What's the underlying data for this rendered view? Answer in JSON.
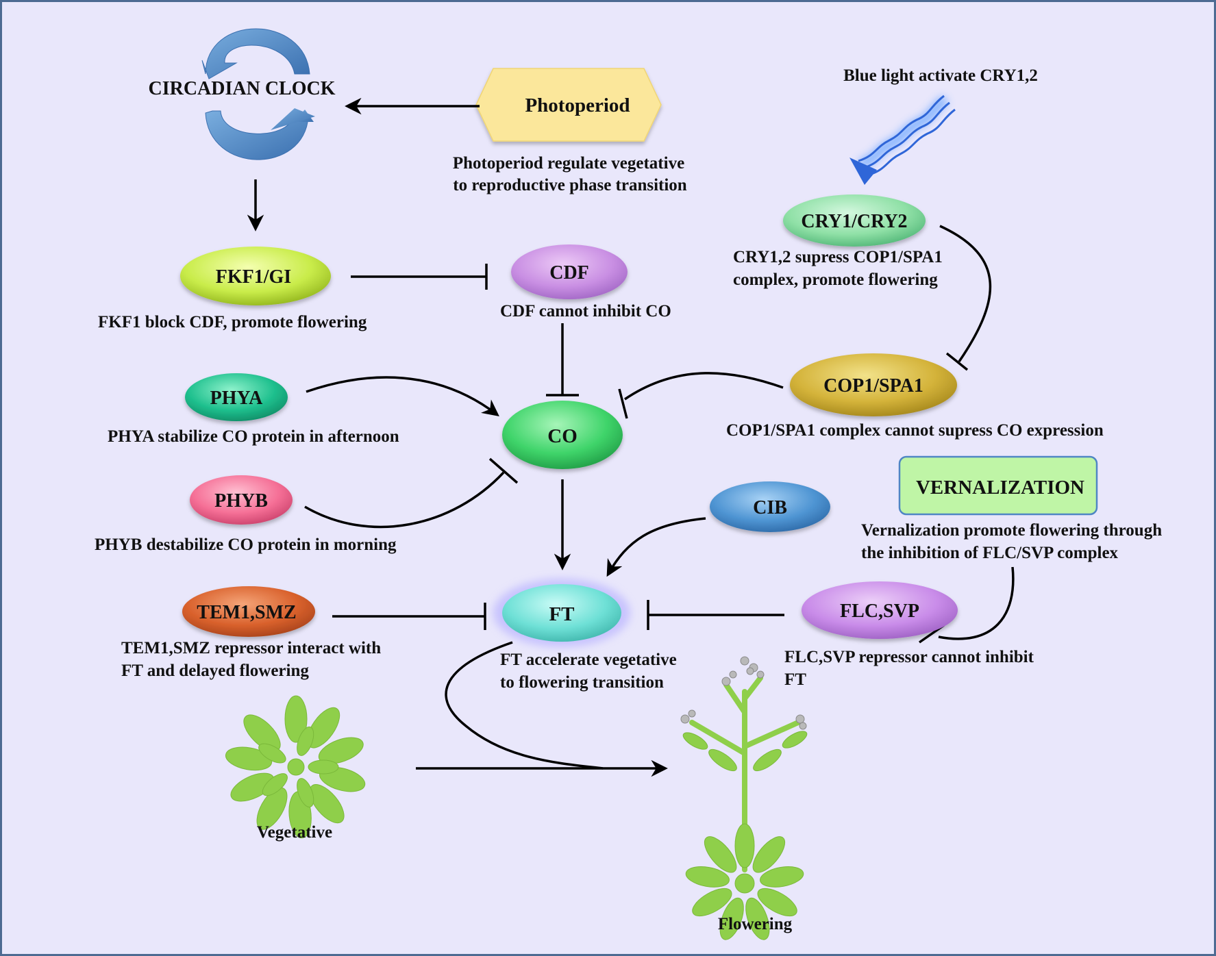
{
  "nodes": {
    "circadian_clock": "CIRCADIAN CLOCK",
    "photoperiod": "Photoperiod",
    "fkf1_gi": "FKF1/GI",
    "cdf": "CDF",
    "cry": "CRY1/CRY2",
    "cop1": "COP1/SPA1",
    "phya": "PHYA",
    "co": "CO",
    "phyb": "PHYB",
    "cib": "CIB",
    "vernalization": "VERNALIZATION",
    "tem1": "TEM1,SMZ",
    "ft": "FT",
    "flc": "FLC,SVP"
  },
  "captions": {
    "photoperiod_l1": "Photoperiod regulate vegetative",
    "photoperiod_l2": "to reproductive phase transition",
    "blue_light": "Blue light activate CRY1,2",
    "cry_l1": "CRY1,2 supress COP1/SPA1",
    "cry_l2": "complex, promote flowering",
    "fkf1": "FKF1 block CDF, promote flowering",
    "cdf": "CDF cannot inhibit CO",
    "phya": "PHYA stabilize CO protein in afternoon",
    "cop1": "COP1/SPA1 complex cannot supress CO expression",
    "phyb": "PHYB destabilize CO protein in morning",
    "vern_l1": "Vernalization promote flowering through",
    "vern_l2": "the inhibition of FLC/SVP complex",
    "tem1_l1": "TEM1,SMZ repressor interact with",
    "tem1_l2": "FT and delayed flowering",
    "ft_l1": "FT accelerate vegetative",
    "ft_l2": "to flowering transition",
    "flc_l1": "FLC,SVP repressor cannot inhibit",
    "flc_l2": "FT",
    "vegetative": "Vegetative",
    "flowering": "Flowering"
  },
  "colors": {
    "background": "#e9e7fb",
    "border": "#4d6a92",
    "photoperiod": "#fbe79b",
    "fkf1_gi": "#c9ec4a",
    "cdf": "#c98fe3",
    "cry": "#8fe0a6",
    "cop1": "#d4b33a",
    "phya": "#1fc08e",
    "co": "#3fd46a",
    "phyb": "#f56f96",
    "cib": "#4f95d3",
    "vernalization": "#bff5a6",
    "tem1": "#d9612c",
    "ft": "#6ee0d6",
    "flc": "#c98ce9",
    "plant": "#8fcf4a",
    "clock_arrow": "#4f86c4"
  }
}
